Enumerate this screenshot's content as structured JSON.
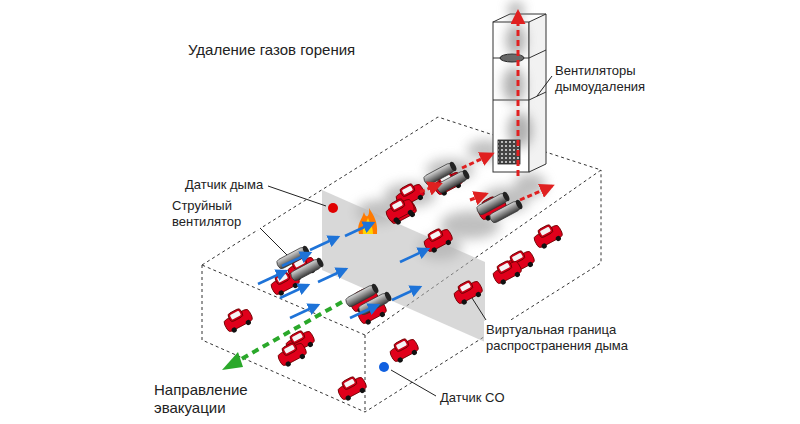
{
  "diagram": {
    "title": "Удаление газов горения",
    "labels": [
      "Вентиляторы дымоудаления",
      "Датчик дыма",
      "Струйный вентилятор",
      "Виртуальная граница распространения дыма",
      "Направление эвакуации",
      "Датчик CO"
    ]
  }
}
